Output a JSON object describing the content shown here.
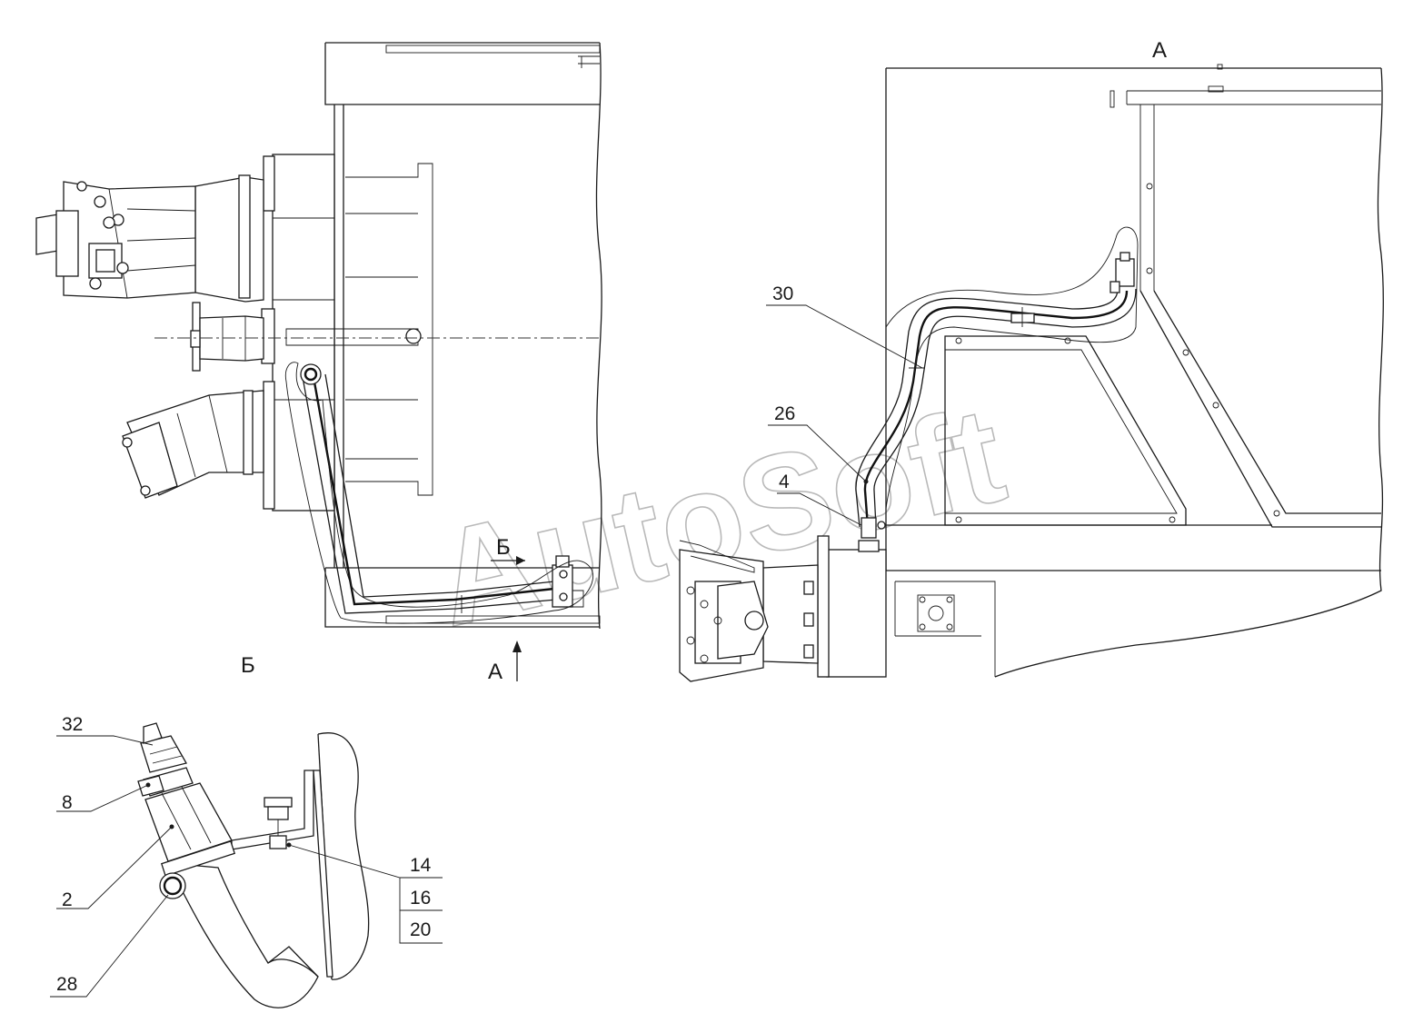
{
  "views": {
    "main_view_label": "Б",
    "section_view_label": "A",
    "arrow_b_label": "Б",
    "arrow_a_label": "A"
  },
  "callouts": {
    "c30": "30",
    "c26": "26",
    "c4": "4",
    "c32": "32",
    "c8": "8",
    "c2": "2",
    "c28": "28",
    "c14": "14",
    "c16": "16",
    "c20": "20"
  },
  "watermark": "AutoSoft"
}
